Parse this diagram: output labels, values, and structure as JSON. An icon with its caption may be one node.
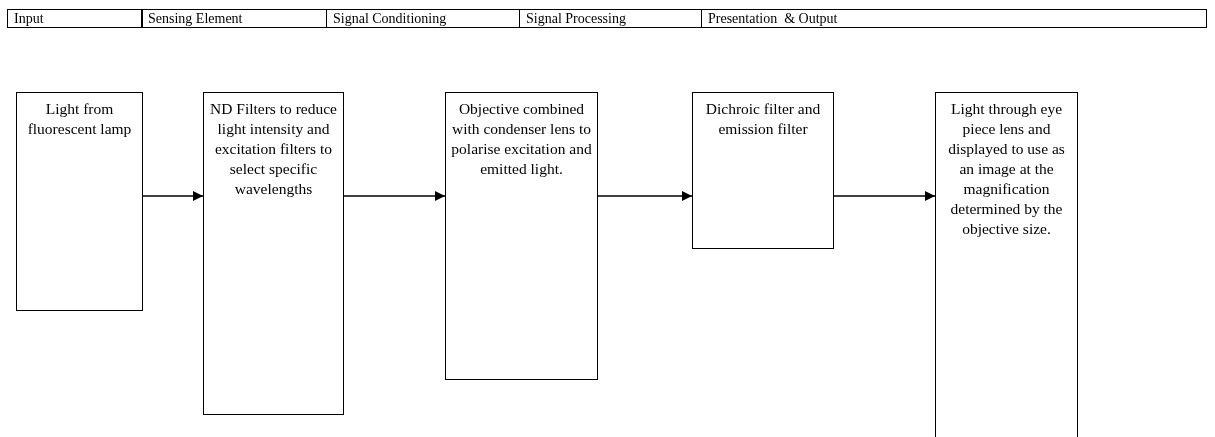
{
  "diagram": {
    "nodes": [
      {
        "text": [
          "Light from fluorescent lamp"
        ]
      },
      {
        "text": [
          "ND Filters to reduce light intensity and excitation filters to select specific wavelengths"
        ]
      },
      {
        "text": [
          "Objective combined with condenser lens to polarise excitation and emitted light."
        ]
      },
      {
        "text": [
          "Dichroic filter and emission filter"
        ]
      },
      {
        "text": [
          "Light through eye piece lens and displayed to use as an image at the magnification determined by the objective size."
        ]
      }
    ],
    "edges": [
      {
        "from": 0,
        "to": 1,
        "arrow": "to"
      },
      {
        "from": 1,
        "to": 2,
        "arrow": "to"
      },
      {
        "from": 2,
        "to": 3,
        "arrow": "to"
      },
      {
        "from": 3,
        "to": 4,
        "arrow": "to"
      }
    ],
    "labels": [
      "Input",
      "Sensing Element",
      "Signal Conditioning",
      "Signal Processing",
      "Presentation  & Output"
    ]
  }
}
